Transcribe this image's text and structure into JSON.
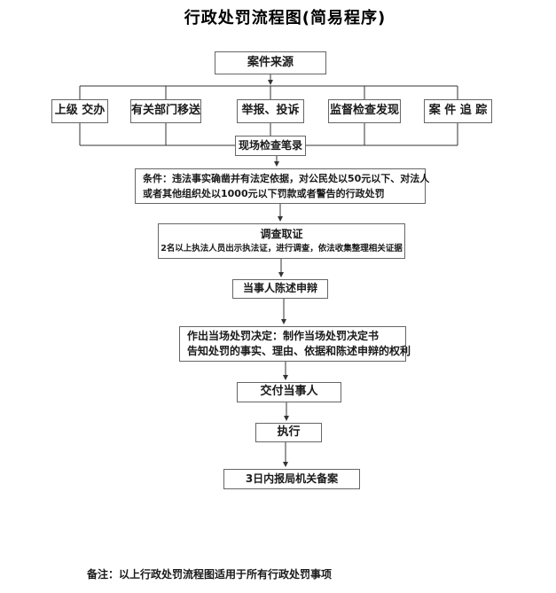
{
  "title": "行政处罚流程图(简易程序)",
  "nodes": {
    "case_source": "案件来源",
    "sources": [
      "上级 交办",
      "有关部门移送",
      "举报、投诉",
      "监督检查发现",
      "案 件 追 踪"
    ],
    "site_record": "现场检查笔录",
    "condition_line1": "条件：违法事实确凿并有法定依据，对公民处以50元以下、对法人",
    "condition_line2": "或者其他组织处以1000元以下罚款或者警告的行政处罚",
    "investigation_title": "调查取证",
    "investigation_desc": "2名以上执法人员出示执法证，进行调查，依法收集整理相关证据",
    "statement": "当事人陈述申辩",
    "decision_line1": "作出当场处罚决定：制作当场处罚决定书",
    "decision_line2": "告知处罚的事实、理由、依据和陈述申辩的权利",
    "deliver": "交付当事人",
    "execute": "执行",
    "filing": "3日内报局机关备案"
  },
  "note": "备注：以上行政处罚流程图适用于所有行政处罚事项",
  "colors": {
    "box_border": "#666666",
    "text": "#1a1a1a",
    "connector": "#333333",
    "background": "#ffffff"
  }
}
